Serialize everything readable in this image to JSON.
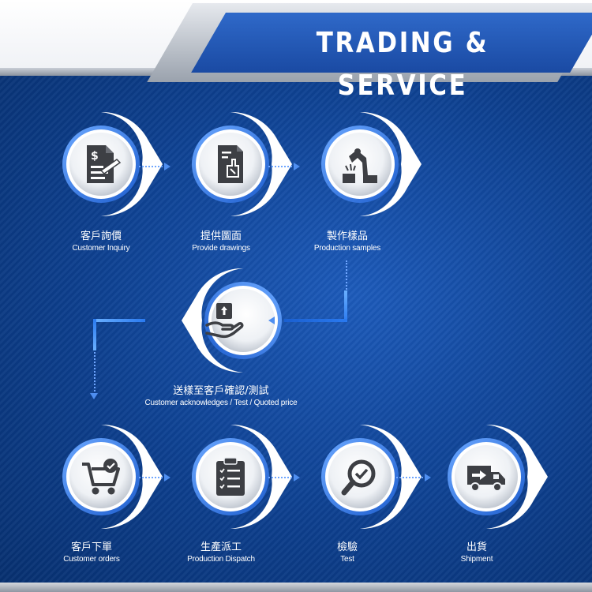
{
  "header": {
    "title": "TRADING & SERVICE"
  },
  "colors": {
    "background": "#0d3f8e",
    "ring_outer": "#ffffff",
    "ring_inner": "#3b7fe0",
    "icon": "#3d3f44"
  },
  "steps": [
    {
      "zh": "客戶詢價",
      "en": "Customer Inquiry",
      "icon": "invoice-pen-icon"
    },
    {
      "zh": "提供圖面",
      "en": "Provide drawings",
      "icon": "drawing-document-icon"
    },
    {
      "zh": "製作樣品",
      "en": "Production samples",
      "icon": "robot-arm-icon"
    },
    {
      "zh": "送樣至客戶確認/測試",
      "en": "Customer acknowledges / Test / Quoted price",
      "icon": "hand-box-icon"
    },
    {
      "zh": "客戶下單",
      "en": "Customer orders",
      "icon": "cart-check-icon"
    },
    {
      "zh": "生產派工",
      "en": "Production Dispatch",
      "icon": "clipboard-checklist-icon"
    },
    {
      "zh": "檢驗",
      "en": "Test",
      "icon": "magnifier-check-icon"
    },
    {
      "zh": "出貨",
      "en": "Shipment",
      "icon": "delivery-truck-icon"
    }
  ]
}
